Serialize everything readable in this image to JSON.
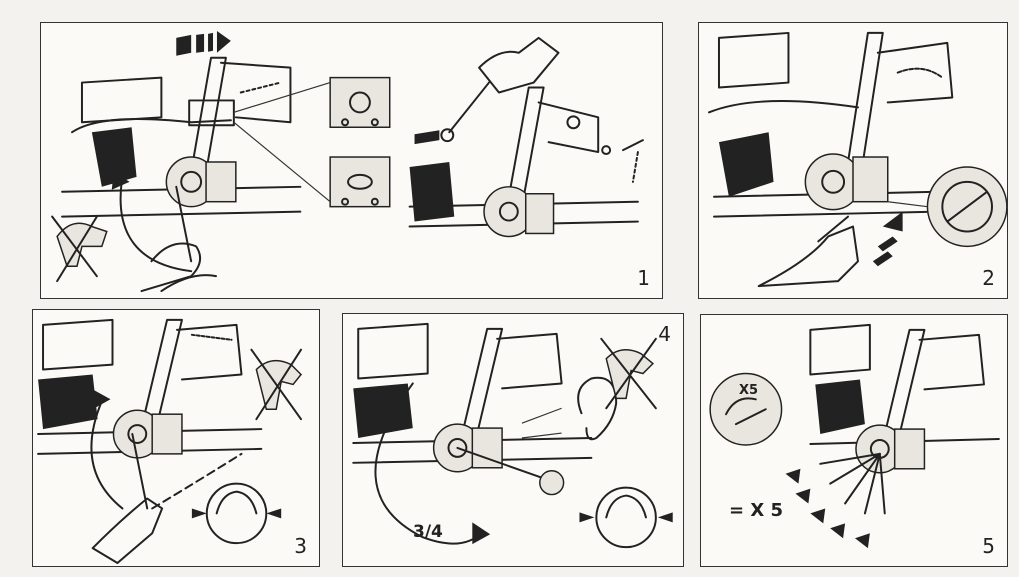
{
  "steps": [
    {
      "id": "1",
      "label": "1"
    },
    {
      "id": "2",
      "label": "2"
    },
    {
      "id": "3",
      "label": "3"
    },
    {
      "id": "4",
      "label": "4"
    },
    {
      "id": "5",
      "label": "5"
    }
  ],
  "annotations": {
    "three_quarter": "3/4",
    "x5_circle": "X5",
    "x5_equals": "= X 5"
  },
  "icons": [
    "brake-adjuster-icon",
    "wrench-icon",
    "hand-icon",
    "impact-wrench-crossed-icon",
    "ear-icon",
    "brake-shoe-icon",
    "rotation-arrow-icon"
  ]
}
